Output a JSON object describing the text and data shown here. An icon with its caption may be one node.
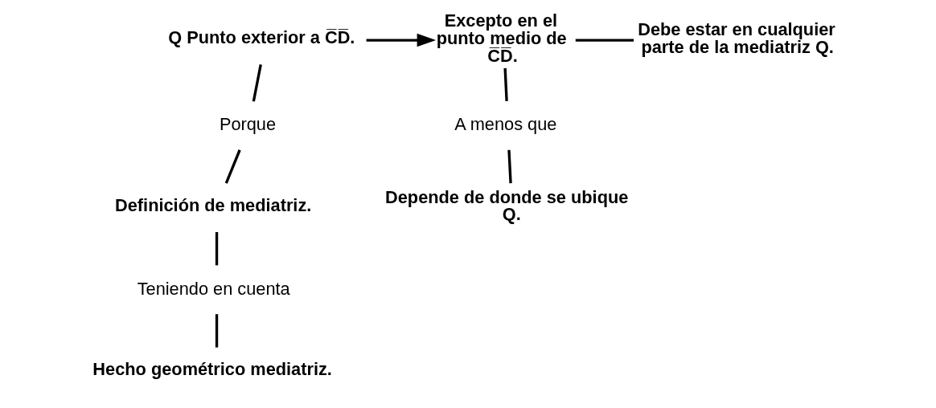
{
  "diagram": {
    "nodes": [
      {
        "text": [
          "Q Punto exterior a C̅D̅."
        ]
      },
      {
        "text": [
          "Excepto en el punto medio de C̅D̅."
        ]
      },
      {
        "text": [
          "Debe estar en cualquier parte de la mediatriz Q."
        ]
      },
      {
        "text": [
          "Porque"
        ]
      },
      {
        "text": [
          "Definición de mediatriz."
        ]
      },
      {
        "text": [
          "Teniendo en cuenta"
        ]
      },
      {
        "text": [
          "Hecho geométrico mediatriz."
        ]
      },
      {
        "text": [
          "A menos que"
        ]
      },
      {
        "text": [
          "Depende de donde se ubique Q."
        ]
      }
    ],
    "edges": [
      {
        "from": 0,
        "to": 1,
        "arrow": "to"
      },
      {
        "from": 0,
        "to": 3,
        "arrow": "none"
      },
      {
        "from": 3,
        "to": 4,
        "arrow": "none"
      },
      {
        "from": 4,
        "to": 5,
        "arrow": "none"
      },
      {
        "from": 5,
        "to": 6,
        "arrow": "none"
      },
      {
        "from": 1,
        "to": 7,
        "arrow": "none"
      },
      {
        "from": 7,
        "to": 8,
        "arrow": "none"
      },
      {
        "from": 1,
        "to": 2,
        "arrow": "none"
      }
    ]
  }
}
